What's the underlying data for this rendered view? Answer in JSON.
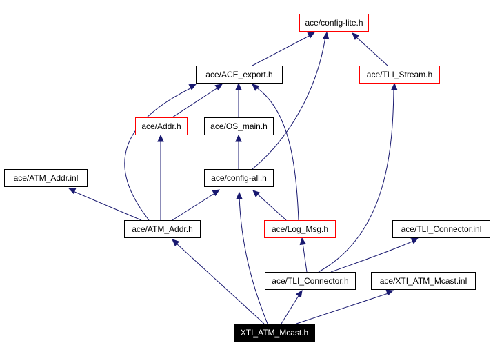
{
  "colors": {
    "edge": "#191970",
    "box_border_default": "#000000",
    "box_border_alt": "#ff0000",
    "root_fill": "#000000",
    "root_text": "#ffffff",
    "text": "#000000",
    "background": "#ffffff"
  },
  "nodes": [
    {
      "id": "config_lite",
      "label": "ace/config-lite.h",
      "style": "red"
    },
    {
      "id": "ace_export",
      "label": "ace/ACE_export.h",
      "style": "black"
    },
    {
      "id": "tli_stream",
      "label": "ace/TLI_Stream.h",
      "style": "red"
    },
    {
      "id": "addr",
      "label": "ace/Addr.h",
      "style": "red"
    },
    {
      "id": "os_main",
      "label": "ace/OS_main.h",
      "style": "black"
    },
    {
      "id": "atm_addr_inl",
      "label": "ace/ATM_Addr.inl",
      "style": "black"
    },
    {
      "id": "config_all",
      "label": "ace/config-all.h",
      "style": "black"
    },
    {
      "id": "atm_addr",
      "label": "ace/ATM_Addr.h",
      "style": "black"
    },
    {
      "id": "log_msg",
      "label": "ace/Log_Msg.h",
      "style": "red"
    },
    {
      "id": "tli_connector_inl",
      "label": "ace/TLI_Connector.inl",
      "style": "black"
    },
    {
      "id": "tli_connector",
      "label": "ace/TLI_Connector.h",
      "style": "black"
    },
    {
      "id": "xti_mcast_inl",
      "label": "ace/XTI_ATM_Mcast.inl",
      "style": "black"
    },
    {
      "id": "xti_mcast",
      "label": "XTI_ATM_Mcast.h",
      "style": "root"
    }
  ],
  "edges": [
    {
      "from": "xti_mcast",
      "to": "atm_addr"
    },
    {
      "from": "xti_mcast",
      "to": "config_all"
    },
    {
      "from": "xti_mcast",
      "to": "tli_connector"
    },
    {
      "from": "xti_mcast",
      "to": "xti_mcast_inl"
    },
    {
      "from": "atm_addr",
      "to": "ace_export"
    },
    {
      "from": "atm_addr",
      "to": "addr"
    },
    {
      "from": "atm_addr",
      "to": "config_all"
    },
    {
      "from": "atm_addr",
      "to": "atm_addr_inl"
    },
    {
      "from": "addr",
      "to": "ace_export"
    },
    {
      "from": "ace_export",
      "to": "config_lite"
    },
    {
      "from": "os_main",
      "to": "ace_export"
    },
    {
      "from": "config_all",
      "to": "os_main"
    },
    {
      "from": "config_all",
      "to": "config_lite"
    },
    {
      "from": "log_msg",
      "to": "ace_export"
    },
    {
      "from": "log_msg",
      "to": "config_all"
    },
    {
      "from": "tli_connector",
      "to": "log_msg"
    },
    {
      "from": "tli_connector",
      "to": "tli_stream"
    },
    {
      "from": "tli_connector",
      "to": "tli_connector_inl"
    },
    {
      "from": "tli_stream",
      "to": "config_lite"
    }
  ]
}
